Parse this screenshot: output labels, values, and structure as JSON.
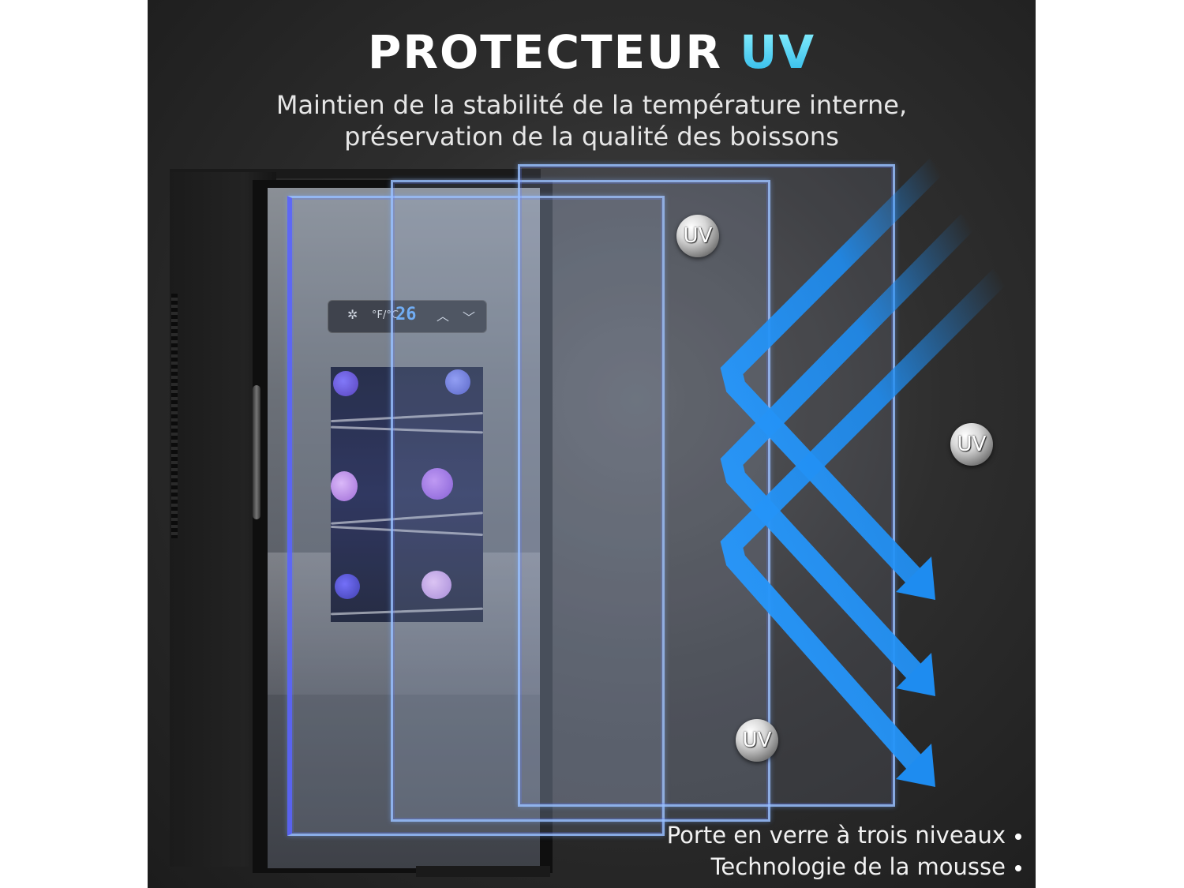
{
  "title": {
    "main": "PROTECTEUR",
    "accent": "UV"
  },
  "subtitle": {
    "line1": "Maintien de la stabilité de la température interne,",
    "line2": "préservation de la qualité des boissons"
  },
  "control_panel": {
    "temperature": "26",
    "icons": [
      "light-icon",
      "fahrenheit-celsius-icon",
      "up-arrow-icon",
      "down-arrow-icon"
    ]
  },
  "badges": {
    "label": "UV"
  },
  "features": [
    "Porte en verre à trois niveaux",
    "Technologie de la mousse"
  ],
  "colors": {
    "background": "#2e2e2e",
    "accent_uv": "#29b6e8",
    "arrow_blue": "#1e8cf0",
    "panel_edge": "#96beff"
  }
}
